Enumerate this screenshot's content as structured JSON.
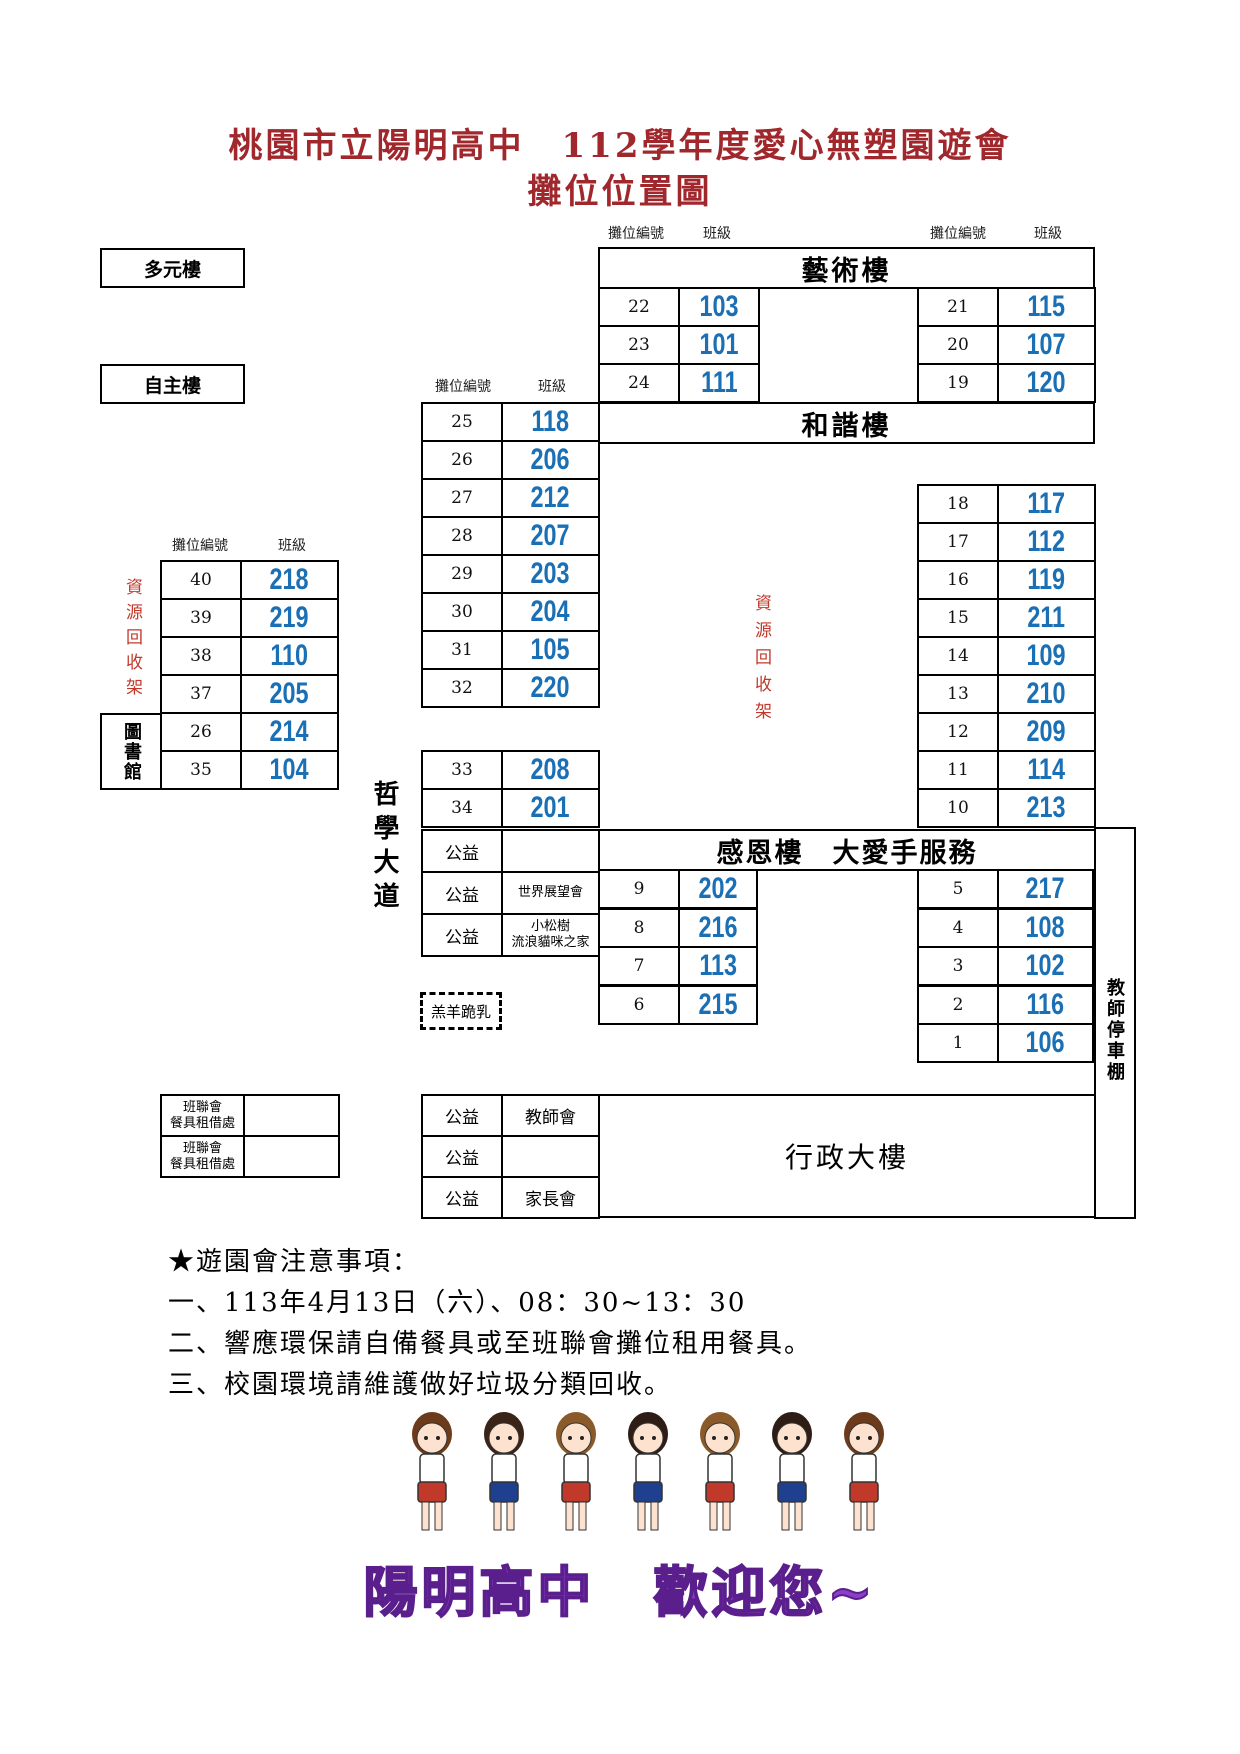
{
  "title": {
    "line1": "桃園市立陽明高中　112學年度愛心無塑園遊會",
    "line2": "攤位位置圖"
  },
  "headers": {
    "stall_no": "攤位編號",
    "class": "班級"
  },
  "buildings": {
    "duoyuan": "多元樓",
    "zizhu": "自主樓",
    "yishu": "藝術樓",
    "hexie": "和諧樓",
    "ganen": "感恩樓　大愛手服務",
    "xingzheng": "行政大樓",
    "library": "圖書館"
  },
  "labels": {
    "recycle_left": "資源回收架",
    "recycle_center": "資源回收架",
    "avenue": "哲學大道",
    "parking": "教師停車棚",
    "goat": "羔羊跪乳"
  },
  "art_left": [
    {
      "no": "22",
      "cls": "103"
    },
    {
      "no": "23",
      "cls": "101"
    },
    {
      "no": "24",
      "cls": "111"
    }
  ],
  "art_right": [
    {
      "no": "21",
      "cls": "115"
    },
    {
      "no": "20",
      "cls": "107"
    },
    {
      "no": "19",
      "cls": "120"
    }
  ],
  "center_col": [
    {
      "no": "25",
      "cls": "118"
    },
    {
      "no": "26",
      "cls": "206"
    },
    {
      "no": "27",
      "cls": "212"
    },
    {
      "no": "28",
      "cls": "207"
    },
    {
      "no": "29",
      "cls": "203"
    },
    {
      "no": "30",
      "cls": "204"
    },
    {
      "no": "31",
      "cls": "105"
    },
    {
      "no": "32",
      "cls": "220"
    }
  ],
  "center_col2": [
    {
      "no": "33",
      "cls": "208"
    },
    {
      "no": "34",
      "cls": "201"
    }
  ],
  "right_col": [
    {
      "no": "18",
      "cls": "117"
    },
    {
      "no": "17",
      "cls": "112"
    },
    {
      "no": "16",
      "cls": "119"
    },
    {
      "no": "15",
      "cls": "211"
    },
    {
      "no": "14",
      "cls": "109"
    },
    {
      "no": "13",
      "cls": "210"
    },
    {
      "no": "12",
      "cls": "209"
    },
    {
      "no": "11",
      "cls": "114"
    },
    {
      "no": "10",
      "cls": "213"
    }
  ],
  "left_col": [
    {
      "no": "40",
      "cls": "218"
    },
    {
      "no": "39",
      "cls": "219"
    },
    {
      "no": "38",
      "cls": "110"
    },
    {
      "no": "37",
      "cls": "205"
    },
    {
      "no": "26",
      "cls": "214"
    },
    {
      "no": "35",
      "cls": "104"
    }
  ],
  "public_rows": [
    {
      "label": "公益",
      "org": ""
    },
    {
      "label": "公益",
      "org": "世界展望會"
    },
    {
      "label": "公益",
      "org": "小松樹\n流浪貓咪之家"
    }
  ],
  "ganen_left": [
    {
      "no": "9",
      "cls": "202"
    },
    {
      "no": "8",
      "cls": "216"
    },
    {
      "no": "7",
      "cls": "113"
    },
    {
      "no": "6",
      "cls": "215"
    }
  ],
  "ganen_right": [
    {
      "no": "5",
      "cls": "217"
    },
    {
      "no": "4",
      "cls": "108"
    },
    {
      "no": "3",
      "cls": "102"
    },
    {
      "no": "2",
      "cls": "116"
    },
    {
      "no": "1",
      "cls": "106"
    }
  ],
  "club_rows": [
    {
      "label": "班聯會\n餐具租借處"
    },
    {
      "label": "班聯會\n餐具租借處"
    }
  ],
  "admin_rows": [
    {
      "label": "公益",
      "org": "教師會"
    },
    {
      "label": "公益",
      "org": ""
    },
    {
      "label": "公益",
      "org": "家長會"
    }
  ],
  "notes": {
    "heading": "★遊園會注意事項：",
    "items": [
      "一、113年4月13日（六）、08：30~13：30",
      "二、響應環保請自備餐具或至班聯會攤位租用餐具。",
      "三、校園環境請維護做好垃圾分類回收。"
    ]
  },
  "welcome": "陽明高中　歡迎您~"
}
